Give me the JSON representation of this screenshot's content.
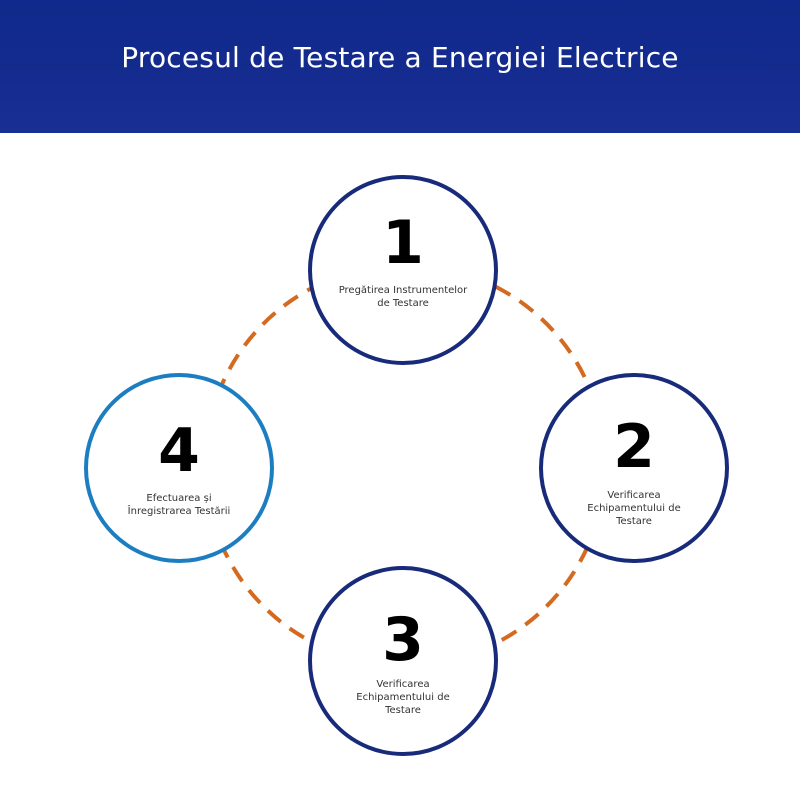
{
  "header": {
    "title": "Procesul de Testare a Energiei Electrice"
  },
  "colors": {
    "header_bg": "#152b8f",
    "circle_border_dark": "#182a7a",
    "circle_border_highlight": "#1c7ec0",
    "connector_dash": "#d46a1f"
  },
  "steps": [
    {
      "number": "1",
      "label": "Pregătirea Instrumentelor de Testare"
    },
    {
      "number": "2",
      "label": "Verificarea Echipamentului de Testare"
    },
    {
      "number": "3",
      "label": "Verificarea Echipamentului de Testare"
    },
    {
      "number": "4",
      "label": "Efectuarea și Înregistrarea Testării"
    }
  ]
}
